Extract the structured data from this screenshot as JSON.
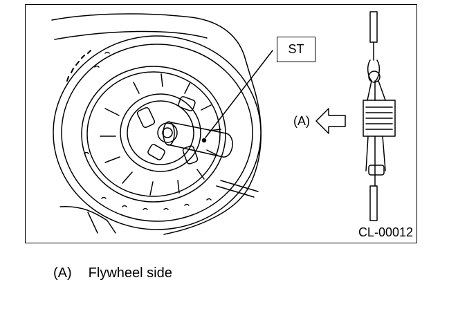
{
  "figure": {
    "callout_st": "ST",
    "label_a": "(A)",
    "figure_code": "CL-00012"
  },
  "legend": {
    "marker": "(A)",
    "text": "Flywheel side"
  }
}
